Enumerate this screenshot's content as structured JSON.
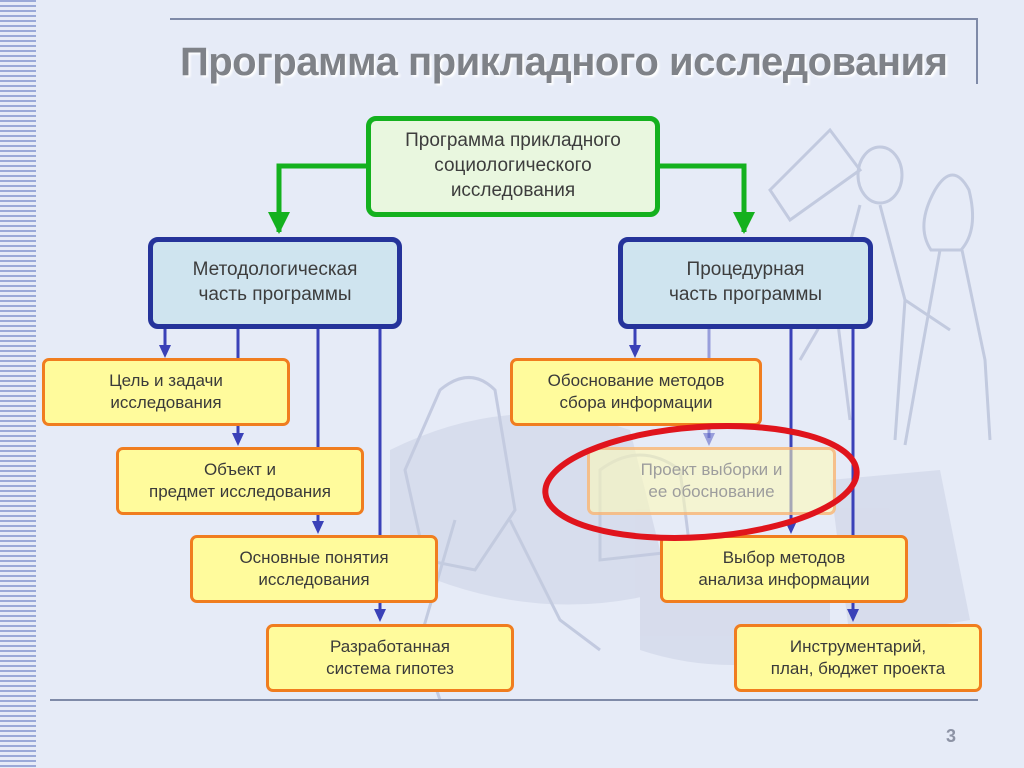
{
  "slide": {
    "title": "Программа прикладного исследования",
    "page_number": "3"
  },
  "root": {
    "lines": [
      "Программа прикладного",
      "социологического",
      "исследования"
    ]
  },
  "methodological_part": {
    "lines": [
      "Методологическая",
      "часть программы"
    ],
    "items": [
      {
        "lines": [
          "Цель и задачи",
          "исследования"
        ]
      },
      {
        "lines": [
          "Объект и",
          "предмет исследования"
        ]
      },
      {
        "lines": [
          "Основные понятия",
          "исследования"
        ]
      },
      {
        "lines": [
          "Разработанная",
          "система гипотез"
        ]
      }
    ]
  },
  "procedural_part": {
    "lines": [
      "Процедурная",
      "часть программы"
    ],
    "items": [
      {
        "lines": [
          "Обоснование методов",
          "сбора информации"
        ]
      },
      {
        "lines": [
          "Проект выборки и",
          "ее обоснование"
        ]
      },
      {
        "lines": [
          "Выбор методов",
          "анализа информации"
        ]
      },
      {
        "lines": [
          "Инструментарий,",
          "план, бюджет проекта"
        ]
      }
    ]
  },
  "colors": {
    "background": "#e6ebf7",
    "root_border": "#14b11e",
    "root_fill": "#e9f7df",
    "part_border": "#25339a",
    "part_fill": "#cfe4ef",
    "item_border": "#f07d1f",
    "item_fill": "#fffb9c",
    "connector": "#3a41b8",
    "highlight_ellipse": "#e0141c"
  }
}
